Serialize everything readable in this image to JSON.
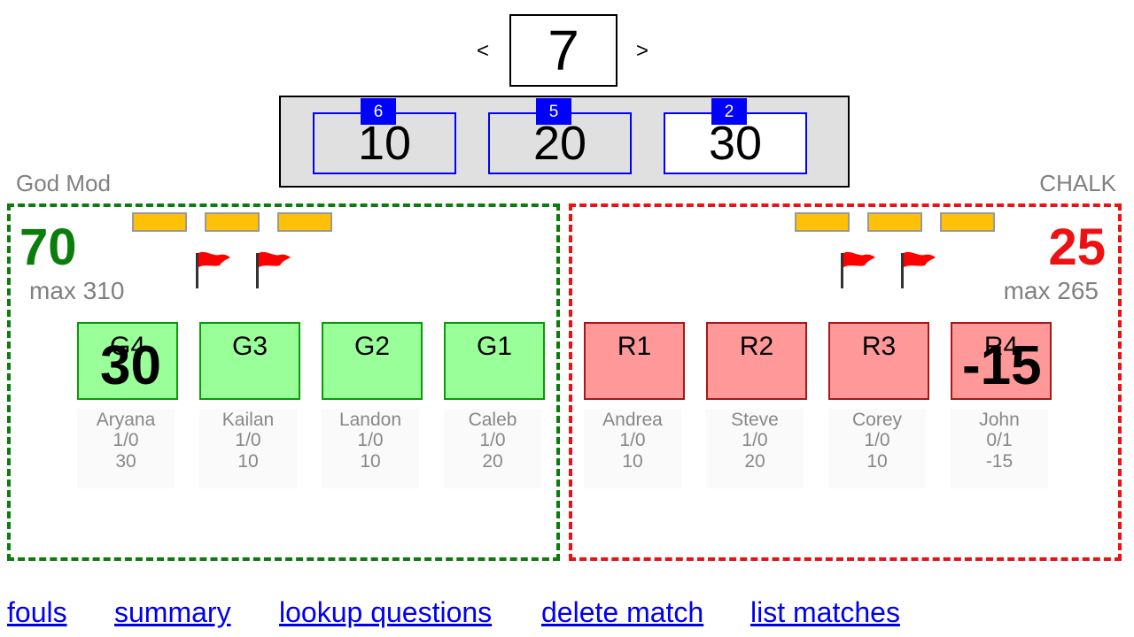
{
  "navigator": {
    "prev_label": "<",
    "question_number": "7",
    "next_label": ">"
  },
  "values": [
    {
      "value": "10",
      "count": "6",
      "selected": false
    },
    {
      "value": "20",
      "count": "5",
      "selected": false
    },
    {
      "value": "30",
      "count": "2",
      "selected": true
    }
  ],
  "teams": {
    "left": {
      "name": "God Mod",
      "score": "70",
      "max_label": "max 310",
      "color": "#0a7d0a",
      "bonus_bars": 3,
      "flags": 2,
      "seats": [
        "G4",
        "G3",
        "G2",
        "G1"
      ],
      "seat_points": "30",
      "players": [
        {
          "name": "Aryana",
          "record": "1/0",
          "points": "30"
        },
        {
          "name": "Kailan",
          "record": "1/0",
          "points": "10"
        },
        {
          "name": "Landon",
          "record": "1/0",
          "points": "10"
        },
        {
          "name": "Caleb",
          "record": "1/0",
          "points": "20"
        }
      ]
    },
    "right": {
      "name": "CHALK",
      "score": "25",
      "max_label": "max 265",
      "color": "#ee1111",
      "bonus_bars": 3,
      "flags": 2,
      "seats": [
        "R1",
        "R2",
        "R3",
        "R4"
      ],
      "seat_points": "-15",
      "players": [
        {
          "name": "Andrea",
          "record": "1/0",
          "points": "10"
        },
        {
          "name": "Steve",
          "record": "1/0",
          "points": "20"
        },
        {
          "name": "Corey",
          "record": "1/0",
          "points": "10"
        },
        {
          "name": "John",
          "record": "0/1",
          "points": "-15"
        }
      ]
    }
  },
  "footer": {
    "links": [
      "fouls",
      "summary",
      "lookup questions",
      "delete match",
      "list matches"
    ]
  },
  "icons": {
    "flag": "red-flag-icon",
    "bonus": "bonus-bar"
  },
  "colors": {
    "value_border": "#0000ff",
    "bonus": "#ffc107",
    "flag": "#ff0000",
    "link": "#0000ee"
  }
}
